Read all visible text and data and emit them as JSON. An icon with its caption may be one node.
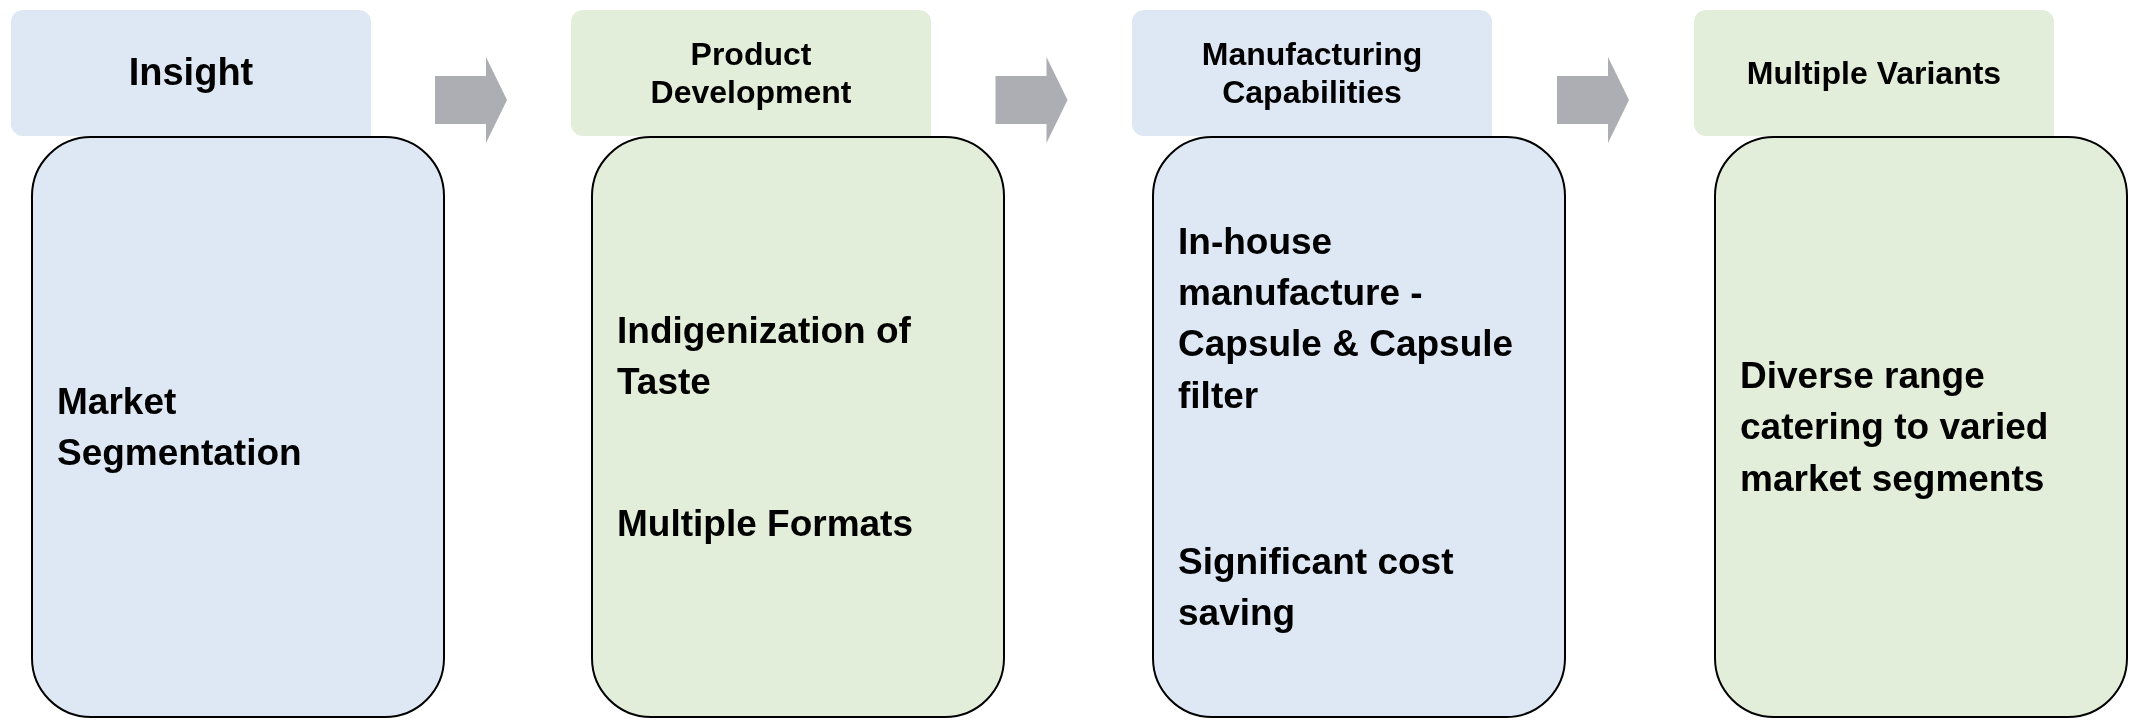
{
  "diagram": {
    "nodes": [
      {
        "text": [
          "Insight"
        ]
      },
      {
        "text": [
          "Market Segmentation"
        ]
      },
      {
        "text": [
          "Product Development"
        ]
      },
      {
        "text": [
          "Indigenization of Taste",
          "Multiple Formats"
        ]
      },
      {
        "text": [
          "Manufacturing Capabilities"
        ]
      },
      {
        "text": [
          "In-house manufacture - Capsule & Capsule filter",
          "Significant cost saving"
        ]
      },
      {
        "text": [
          "Multiple Variants"
        ]
      },
      {
        "text": [
          "Diverse range catering to varied market segments"
        ]
      }
    ],
    "edges": [
      {
        "from": 0,
        "to": 2,
        "arrow": "to"
      },
      {
        "from": 2,
        "to": 4,
        "arrow": "to"
      },
      {
        "from": 4,
        "to": 6,
        "arrow": "to"
      }
    ]
  }
}
